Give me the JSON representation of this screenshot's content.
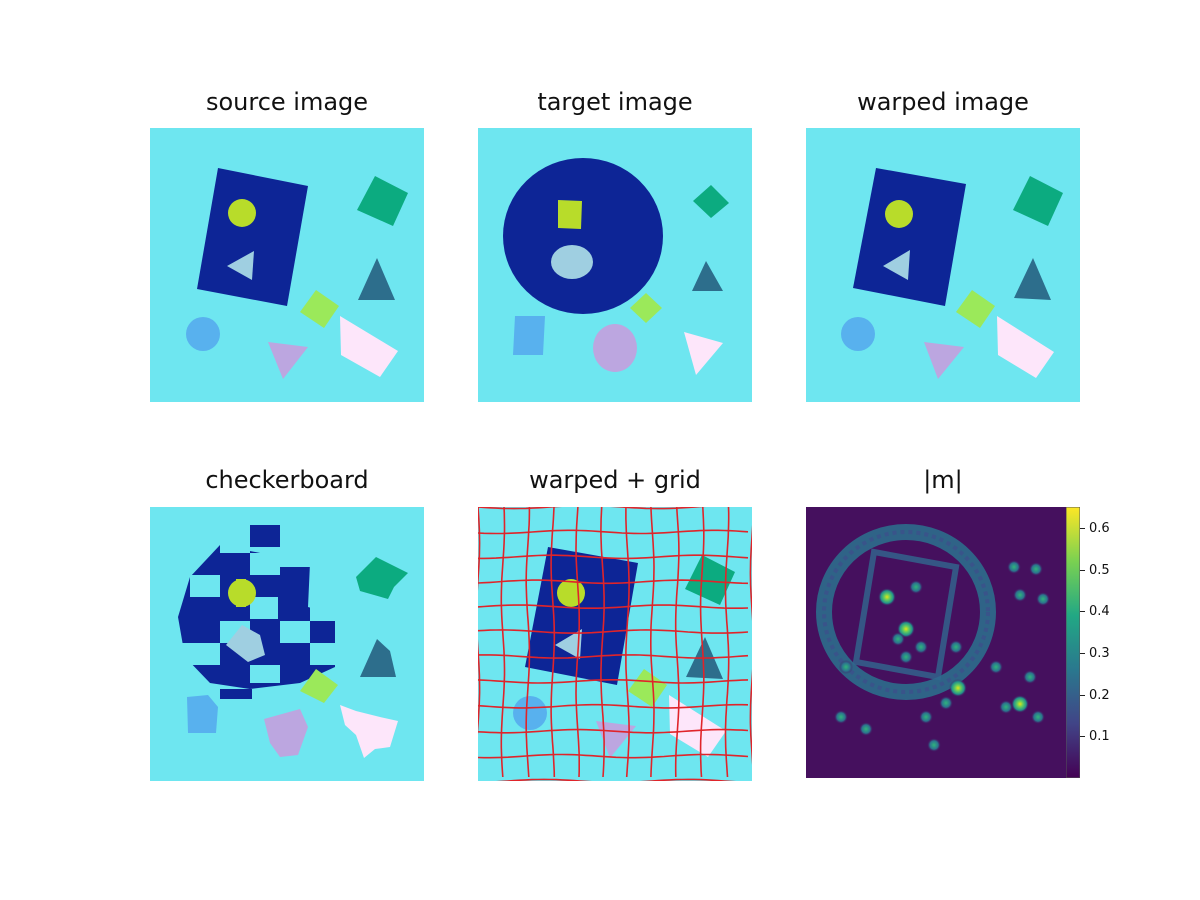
{
  "figure": {
    "titles": {
      "source": "source image",
      "target": "target image",
      "warped": "warped image",
      "checkerboard": "checkerboard",
      "warped_grid": "warped + grid",
      "magnitude": "|m|"
    },
    "colorbar": {
      "colormap": "viridis",
      "ticks": [
        "0.1",
        "0.2",
        "0.3",
        "0.4",
        "0.5",
        "0.6"
      ],
      "range": [
        0,
        0.65
      ]
    },
    "colors": {
      "background": "#6ee6f0",
      "dark_blue": "#0d2596",
      "yellow_green": "#b8dc2a",
      "light_blue_gray": "#9fcfe1",
      "teal_green": "#0cab80",
      "slate_teal": "#2d6e8c",
      "lime": "#9be95a",
      "pale_pink": "#fde6fa",
      "lavender": "#bca6e0",
      "sky_blue": "#58b1ee",
      "grid_red": "#e0242a",
      "heatmap_bg": "#45105e"
    }
  }
}
